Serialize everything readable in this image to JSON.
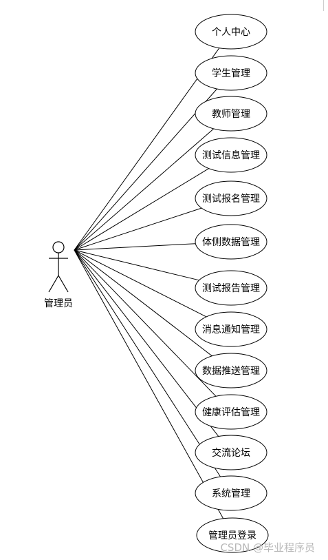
{
  "actor": {
    "name": "管理员"
  },
  "use_cases": [
    {
      "label": "个人中心"
    },
    {
      "label": "学生管理"
    },
    {
      "label": "教师管理"
    },
    {
      "label": "测试信息管理"
    },
    {
      "label": "测试报名管理"
    },
    {
      "label": "体侧数据管理"
    },
    {
      "label": "测试报告管理"
    },
    {
      "label": "消息通知管理"
    },
    {
      "label": "数据推送管理"
    },
    {
      "label": "健康评估管理"
    },
    {
      "label": "交流论坛"
    },
    {
      "label": "系统管理"
    },
    {
      "label": "管理员登录"
    }
  ],
  "watermark": "CSDN @毕业程序员",
  "colors": {
    "stroke": "#000000",
    "background": "#ffffff",
    "watermark": "#b8b8b8"
  }
}
